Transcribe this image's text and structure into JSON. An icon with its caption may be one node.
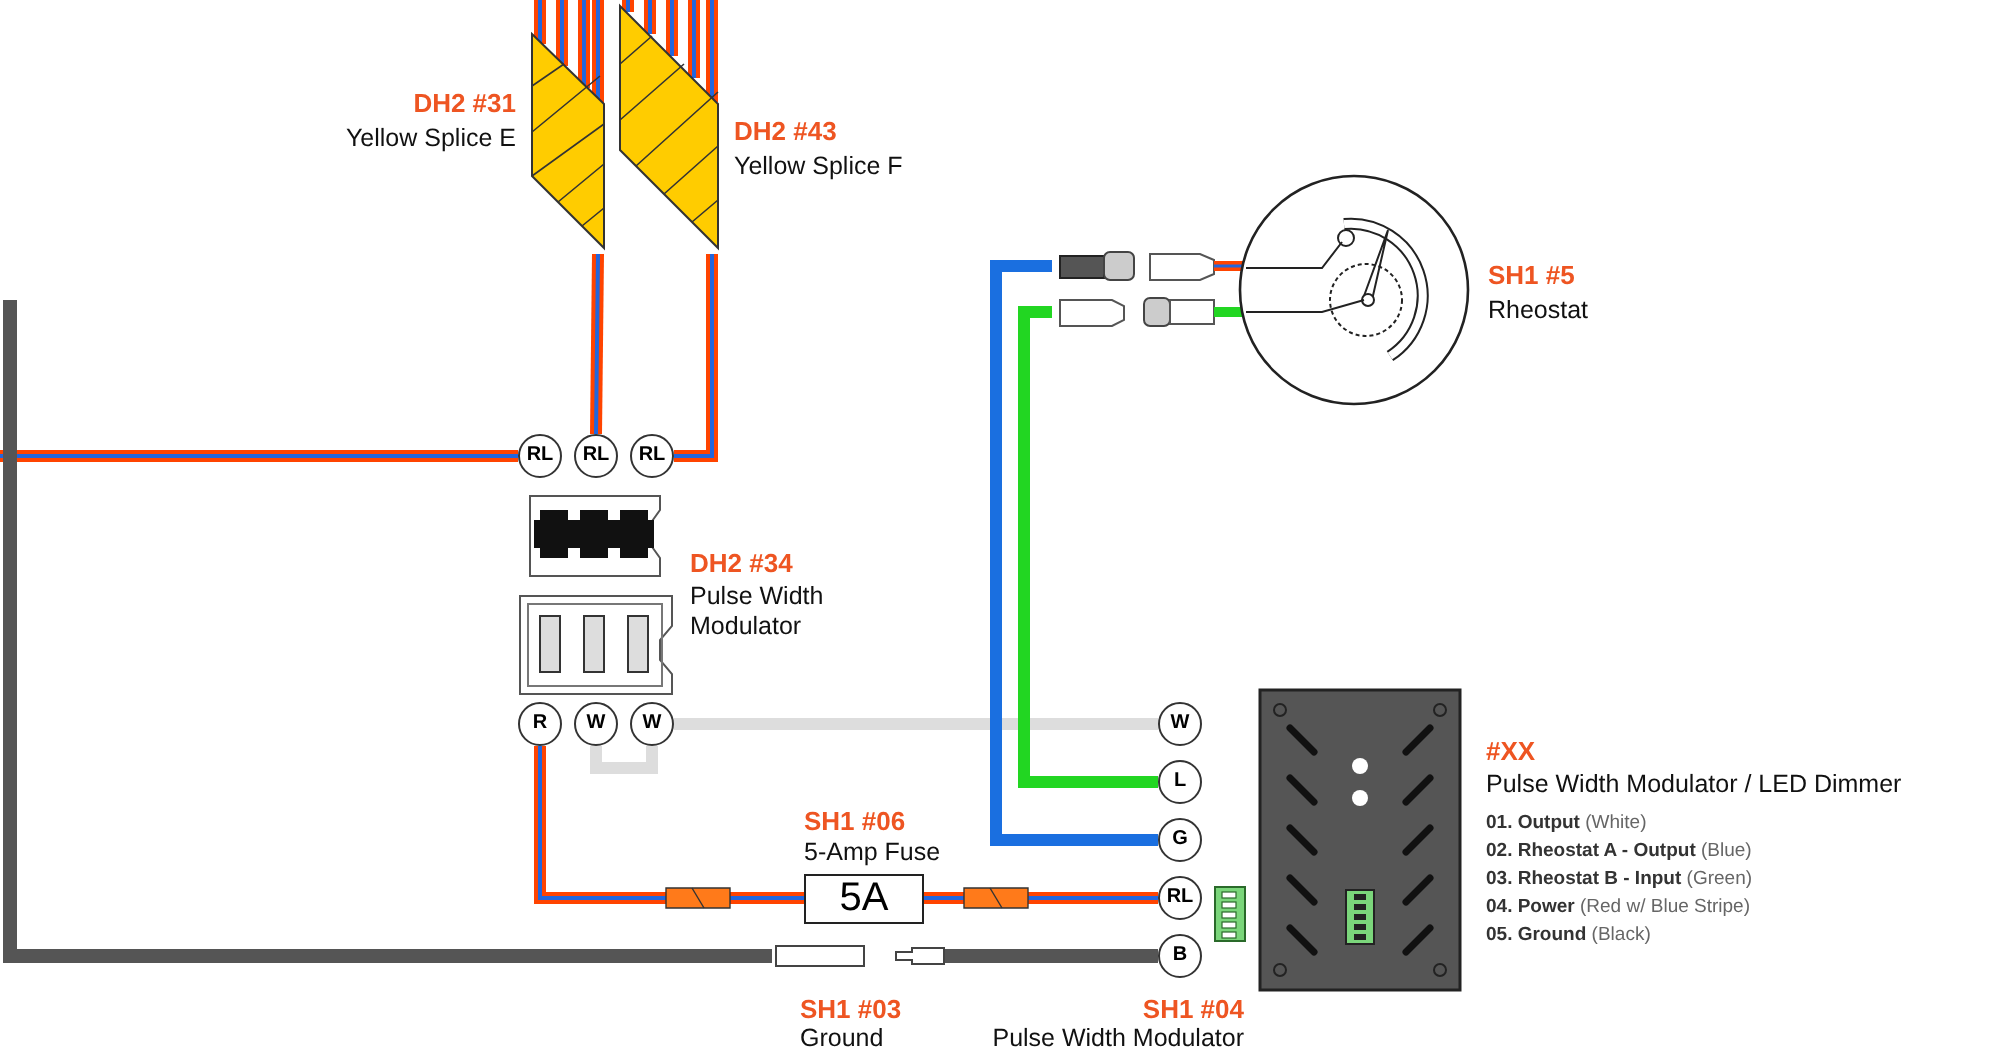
{
  "diagram": {
    "nodes": [
      {
        "text": [
          "DH2 #31",
          "Yellow Splice E"
        ]
      },
      {
        "text": [
          "DH2 #43",
          "Yellow Splice F"
        ]
      },
      {
        "text": [
          "SH1 #5",
          "Rheostat"
        ]
      },
      {
        "text": [
          "RL"
        ]
      },
      {
        "text": [
          "RL"
        ]
      },
      {
        "text": [
          "RL"
        ]
      },
      {
        "text": [
          "DH2 #34",
          "Pulse Width Modulator"
        ]
      },
      {
        "text": [
          "R"
        ]
      },
      {
        "text": [
          "W"
        ]
      },
      {
        "text": [
          "W"
        ]
      },
      {
        "text": [
          "W"
        ]
      },
      {
        "text": [
          "L"
        ]
      },
      {
        "text": [
          "G"
        ]
      },
      {
        "text": [
          "5A"
        ],
        "beside": [
          "SH1 #06",
          "5-Amp Fuse"
        ]
      },
      {
        "text": [
          "RL"
        ]
      },
      {
        "text": [
          "B"
        ]
      },
      {
        "text": [
          "SH1 #03",
          "Ground"
        ]
      },
      {
        "text": [
          "SH1 #04",
          "Pulse Width Modulator"
        ]
      },
      {
        "text": [
          "#XX",
          "Pulse Width Modulator / LED Dimmer"
        ]
      }
    ],
    "edges": [
      {
        "from": null,
        "to": 0,
        "arrow": "none"
      },
      {
        "from": null,
        "to": 1,
        "arrow": "none"
      },
      {
        "from": 0,
        "to": 4,
        "arrow": "none"
      },
      {
        "from": 1,
        "to": 5,
        "arrow": "none"
      },
      {
        "from": null,
        "to": 3,
        "arrow": "none"
      },
      {
        "from": 7,
        "to": 13,
        "arrow": "none"
      },
      {
        "from": 13,
        "to": 14,
        "arrow": "none"
      },
      {
        "from": 8,
        "to": 9,
        "arrow": "none",
        "color": "#dddddd"
      },
      {
        "from": 9,
        "to": 10,
        "arrow": "none",
        "color": "#dddddd"
      },
      {
        "from": 2,
        "to": 12,
        "arrow": "none",
        "color": "#1a6fe0"
      },
      {
        "from": 2,
        "to": 11,
        "arrow": "none",
        "color": "#22d622"
      },
      {
        "from": null,
        "to": 16,
        "arrow": "none",
        "color": "#555555"
      },
      {
        "from": 16,
        "to": 15,
        "arrow": "none",
        "color": "#555555"
      }
    ],
    "labels": [
      "**01. Output** (White)",
      "**02. Rheostat A - Output** (Blue)",
      "**03. Rheostat B - Input** (Green)",
      "**04. Power** (Red w/ Blue Stripe)",
      "**05. Ground** (Black)"
    ]
  }
}
